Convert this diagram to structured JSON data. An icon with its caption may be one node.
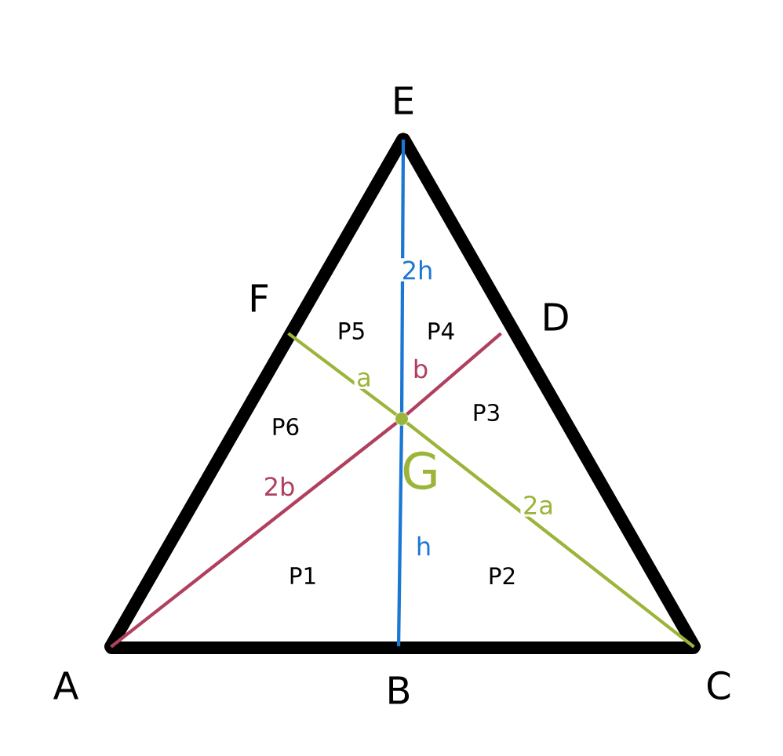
{
  "diagram": {
    "nodes": [
      {
        "text": [],
        "shape": "point",
        "beside": [
          "A"
        ]
      },
      {
        "text": [],
        "shape": "point",
        "beside": [
          "B"
        ]
      },
      {
        "text": [],
        "shape": "point",
        "beside": [
          "C"
        ]
      },
      {
        "text": [],
        "shape": "point",
        "beside": [
          "D"
        ]
      },
      {
        "text": [],
        "shape": "point",
        "beside": [
          "E"
        ]
      },
      {
        "text": [],
        "shape": "point",
        "beside": [
          "F"
        ]
      },
      {
        "text": [],
        "shape": "dot",
        "beside": [
          "G"
        ]
      }
    ],
    "edges": [
      {
        "from": 0,
        "to": 2,
        "arrow": "none",
        "style": "thick"
      },
      {
        "from": 2,
        "to": 4,
        "arrow": "none",
        "style": "thick"
      },
      {
        "from": 4,
        "to": 0,
        "arrow": "none",
        "style": "thick"
      },
      {
        "from": 4,
        "to": 6,
        "arrow": "none",
        "label": "2h",
        "color": "#1a78d2"
      },
      {
        "from": 6,
        "to": 1,
        "arrow": "none",
        "label": "h",
        "color": "#1a78d2"
      },
      {
        "from": 0,
        "to": 6,
        "arrow": "none",
        "label": "2b",
        "color": "#b0405e"
      },
      {
        "from": 6,
        "to": 3,
        "arrow": "none",
        "label": "b",
        "color": "#b0405e"
      },
      {
        "from": 5,
        "to": 6,
        "arrow": "none",
        "label": "a",
        "color": "#9bb53a"
      },
      {
        "from": 6,
        "to": 2,
        "arrow": "none",
        "label": "2a",
        "color": "#9bb53a"
      }
    ],
    "labels": [
      "P5",
      "P4",
      "P6",
      "P3",
      "P1",
      "P2"
    ]
  }
}
